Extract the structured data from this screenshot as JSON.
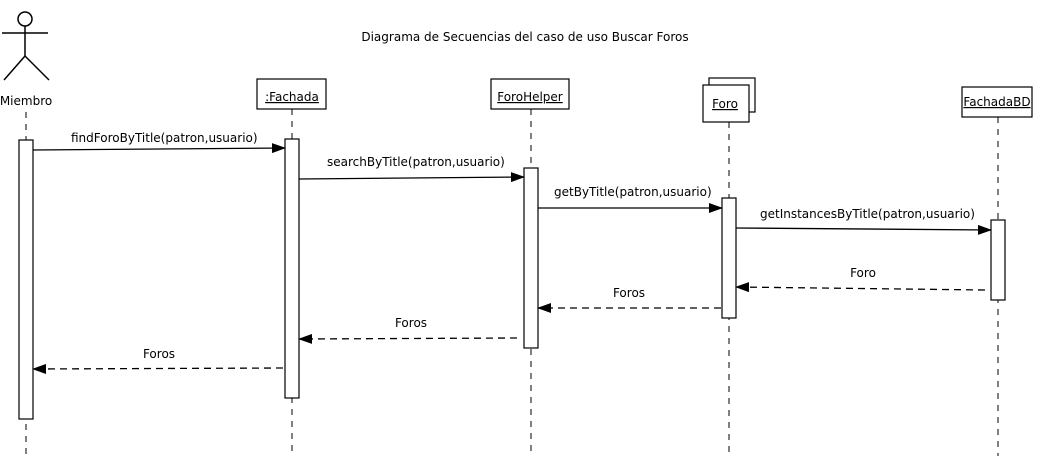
{
  "title": "Diagrama de Secuencias del caso de uso Buscar Foros",
  "actor": {
    "label": "Miembro"
  },
  "lifelines": [
    {
      "id": "fachada",
      "label": ":Fachada"
    },
    {
      "id": "forohelper",
      "label": "ForoHelper"
    },
    {
      "id": "foro",
      "label": "Foro"
    },
    {
      "id": "fachadabd",
      "label": "FachadaBD"
    }
  ],
  "messages": [
    {
      "label": "findForoByTitle(patron,usuario)",
      "type": "call"
    },
    {
      "label": "searchByTitle(patron,usuario)",
      "type": "call"
    },
    {
      "label": "getByTitle(patron,usuario)",
      "type": "call"
    },
    {
      "label": "getInstancesByTitle(patron,usuario)",
      "type": "call"
    },
    {
      "label": "Foro",
      "type": "return"
    },
    {
      "label": "Foros",
      "type": "return"
    },
    {
      "label": "Foros",
      "type": "return"
    },
    {
      "label": "Foros",
      "type": "return"
    }
  ]
}
